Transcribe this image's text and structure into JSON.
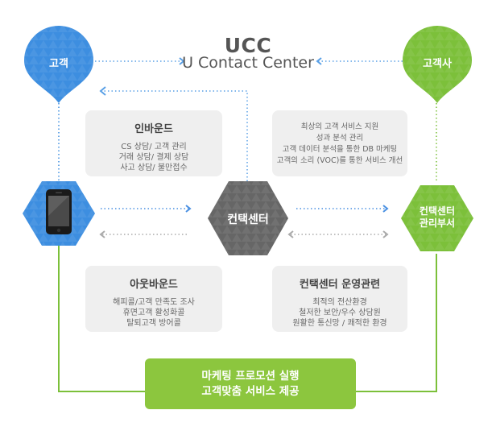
{
  "header": {
    "title": "UCC",
    "subtitle": "U Contact Center"
  },
  "nodes": {
    "customer": "고객",
    "client_company": "고객사",
    "contact_center": "컨택센터",
    "center_manager_line1": "컨택센터",
    "center_manager_line2": "관리부서"
  },
  "boxes": {
    "inbound": {
      "title": "인바운드",
      "lines": [
        "CS 상담/ 고객 관리",
        "거래 상담/ 결제 상담",
        "사고 상담/ 불만접수"
      ]
    },
    "services": {
      "lines": [
        "최상의 고객 서비스 지원",
        "성과 분석 관리",
        "고객 데이터 분석을 통한 DB 마케팅",
        "고객의 소리 (VOC)를 통한 서비스 개선"
      ]
    },
    "outbound": {
      "title": "아웃바운드",
      "lines": [
        "해피콜/고객 만족도 조사",
        "휴면고객 활성화콜",
        "탈퇴고객 방어콜"
      ]
    },
    "operations": {
      "title": "컨택센터 운영관련",
      "lines": [
        "최적의 전산환경",
        "철저한 보안/우수 상담원",
        "원활한 통신망 / 쾌적한 환경"
      ]
    }
  },
  "bottom": {
    "line1": "마케팅 프로모션 실행",
    "line2": "고객맞춤 서비스 제공"
  },
  "colors": {
    "blue": "#3d8ee0",
    "green": "#7cc03a",
    "gray_hex": "#666666",
    "box_bg": "#efefef",
    "bottom_green": "#8cc63e"
  },
  "icons": [
    "smartphone-icon"
  ]
}
